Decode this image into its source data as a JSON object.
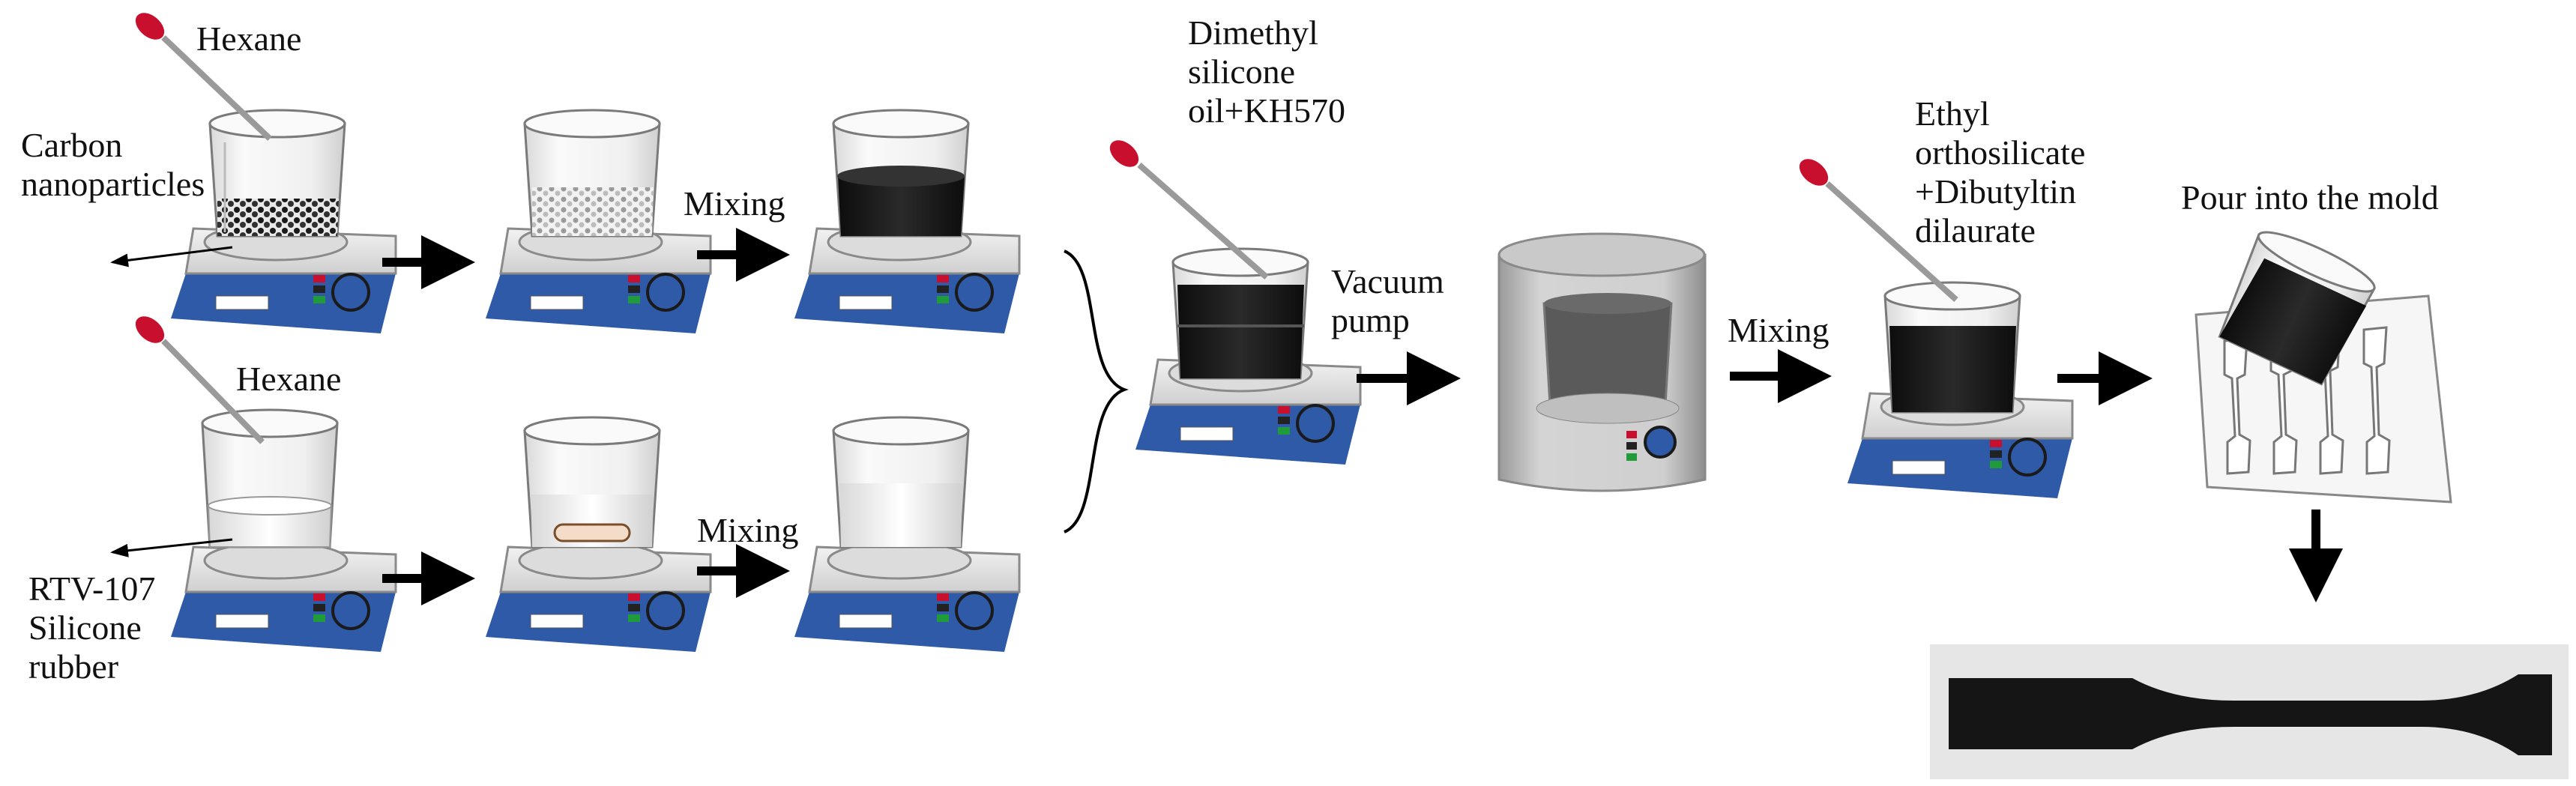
{
  "labels": {
    "hexane_top": "Hexane",
    "carbon": "Carbon\nnanoparticles",
    "mixing_top": "Mixing",
    "hexane_bottom": "Hexane",
    "rtv": "RTV-107\nSilicone\nrubber",
    "mixing_bottom": "Mixing",
    "dimethyl": "Dimethyl\nsilicone\noil+KH570",
    "vacuum": "Vacuum\npump",
    "mixing_mid": "Mixing",
    "ethyl": "Ethyl\northosilicate\n+Dibutyltin\ndilaurate",
    "pour": "Pour into the mold"
  },
  "colors": {
    "dropper_red": "#c8102e",
    "hotplate_blue": "#2e5aa8",
    "arrow": "#000000",
    "dark_liquid": "#1b1b1b",
    "white_liquid": "#f4f4f4"
  }
}
